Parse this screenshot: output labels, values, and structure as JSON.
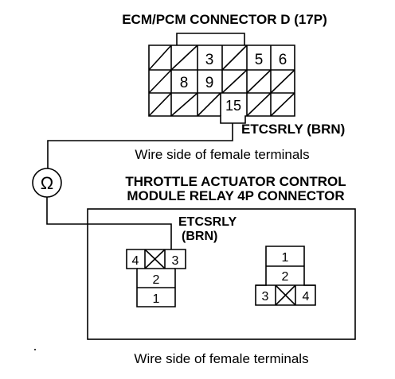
{
  "header": {
    "ecm_title": "ECM/PCM CONNECTOR D (17P)"
  },
  "ecm_connector": {
    "terminals": [
      "3",
      "5",
      "6",
      "8",
      "9",
      "15"
    ],
    "wire_label": "ETCSRLY (BRN)",
    "caption": "Wire side of female terminals"
  },
  "meter": {
    "symbol": "Ω",
    "icon_name": "ohmmeter-icon"
  },
  "relay_connector": {
    "title_line1": "THROTTLE ACTUATOR CONTROL",
    "title_line2": "MODULE RELAY 4P CONNECTOR",
    "wire_label_line1": "ETCSRLY",
    "wire_label_line2": "(BRN)",
    "left": {
      "t4": "4",
      "t3": "3",
      "t2": "2",
      "t1": "1"
    },
    "right": {
      "t1": "1",
      "t2": "2",
      "t3": "3",
      "t4": "4"
    },
    "caption": "Wire side of female terminals"
  },
  "colors": {
    "line": "#000000",
    "background": "#ffffff"
  }
}
